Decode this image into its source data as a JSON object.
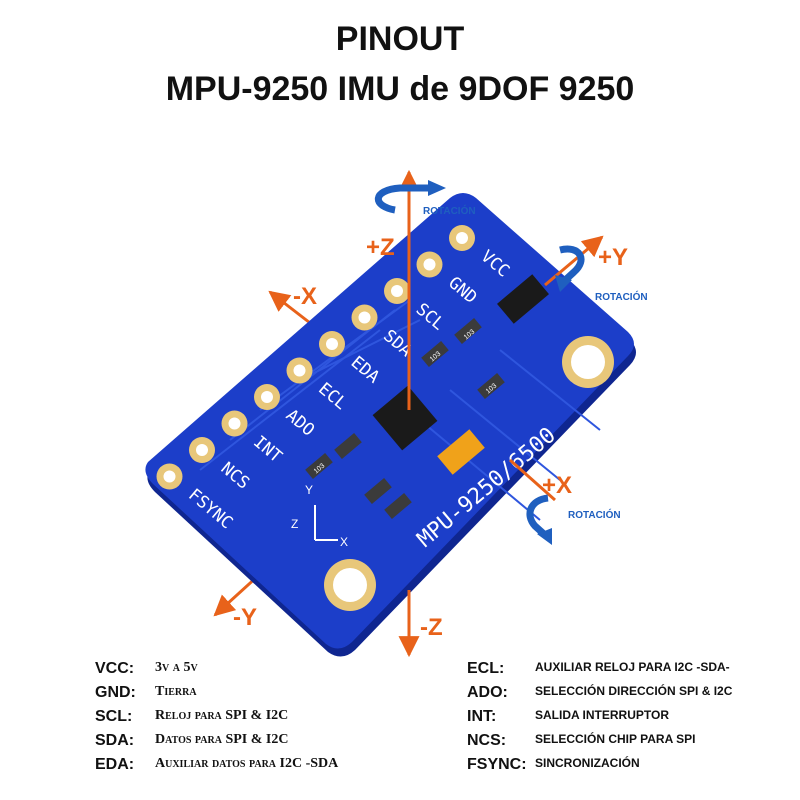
{
  "title_line1": "PINOUT",
  "title_line2": "MPU-9250 IMU de 9DOF 9250",
  "board": {
    "silk_model": "MPU-9250/6500",
    "pins": [
      "VCC",
      "GND",
      "SCL",
      "SDA",
      "EDA",
      "ECL",
      "ADO",
      "INT",
      "NCS",
      "FSYNC"
    ],
    "axis_marks": [
      "Y",
      "Z",
      "X"
    ],
    "resistor_codes": [
      "103",
      "103",
      "103",
      "103"
    ],
    "colors": {
      "pcb": "#1c3ec9",
      "pcb_edge": "#0f2690",
      "pad": "#e8c77a",
      "chip": "#1a1a1a",
      "tantalum": "#f0a21a"
    }
  },
  "axes": {
    "plus_z": "+Z",
    "minus_z": "-Z",
    "plus_y": "+Y",
    "minus_y": "-Y",
    "plus_x": "+X",
    "minus_x": "-X",
    "rotation": "ROTACIÓN",
    "color": "#e8621a",
    "arrow_color": "#1f5fbf"
  },
  "legend_left": [
    {
      "key": "VCC:",
      "value": "3v a 5v"
    },
    {
      "key": "GND:",
      "value": "Tierra"
    },
    {
      "key": "SCL:",
      "value": "Reloj para SPI & I2C"
    },
    {
      "key": "SDA:",
      "value": "Datos para SPI & I2C"
    },
    {
      "key": "EDA:",
      "value": "Auxiliar datos para I2C -SDA"
    }
  ],
  "legend_right": [
    {
      "key": "ECL:",
      "value": "AUXILIAR RELOJ PARA I2C -SDA-"
    },
    {
      "key": "ADO:",
      "value": "SELECCIÓN DIRECCIÓN SPI & I2C"
    },
    {
      "key": "INT:",
      "value": "SALIDA INTERRUPTOR"
    },
    {
      "key": "NCS:",
      "value": "SELECCIÓN CHIP PARA SPI"
    },
    {
      "key": "FSYNC:",
      "value": "SINCRONIZACIÓN"
    }
  ]
}
